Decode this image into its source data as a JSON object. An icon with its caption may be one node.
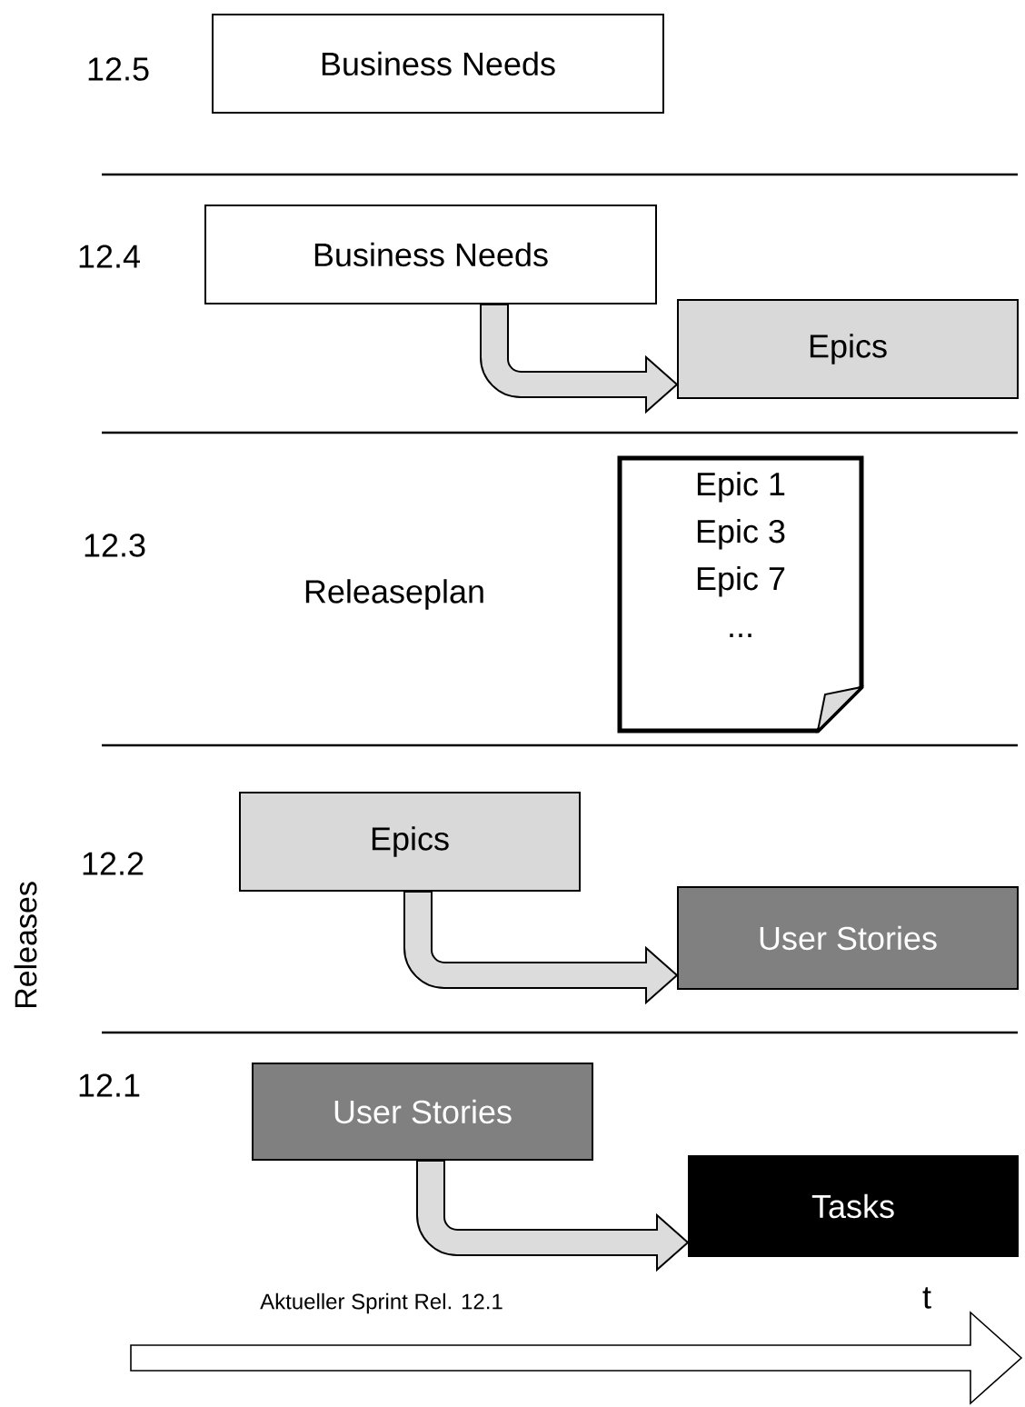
{
  "diagram": {
    "nodes": [
      {
        "text": [
          "Business Needs"
        ]
      },
      {
        "text": [
          "Business Needs"
        ]
      },
      {
        "text": [
          "Epics"
        ]
      },
      {
        "text": [
          "Epic 1",
          "Epic 3",
          "Epic 7",
          "..."
        ]
      },
      {
        "text": [
          "Epics"
        ]
      },
      {
        "text": [
          "User Stories"
        ]
      },
      {
        "text": [
          "User Stories"
        ]
      },
      {
        "text": [
          "Tasks"
        ]
      }
    ],
    "edges": [
      {
        "from": 1,
        "to": 2,
        "arrow": "to"
      },
      {
        "from": 4,
        "to": 5,
        "arrow": "to"
      },
      {
        "from": 6,
        "to": 7,
        "arrow": "to"
      }
    ],
    "labels": [
      "12.5",
      "12.4",
      "12.3",
      "Releaseplan",
      "Releases",
      "12.2",
      "12.1",
      "Aktueller Sprint Rel. 12.1",
      "t"
    ]
  }
}
